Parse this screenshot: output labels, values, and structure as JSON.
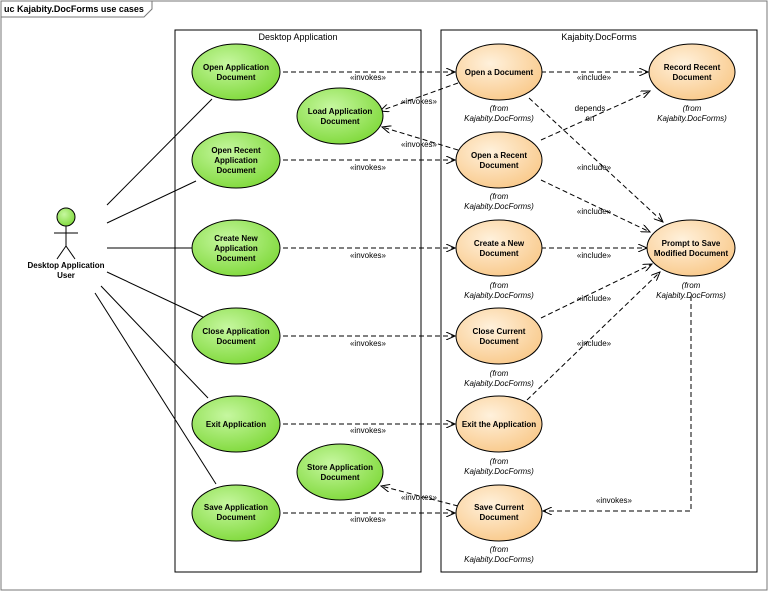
{
  "diagram": {
    "title": "uc Kajabity.DocForms use cases",
    "colors": {
      "green_fill": "#8ee04a",
      "orange_fill": "#fdd9aa",
      "actor_fill": "#8ee04a",
      "stroke": "#000000"
    },
    "actor": {
      "label_line1": "Desktop Application",
      "label_line2": "User"
    },
    "boundaries": {
      "desktop": {
        "title": "Desktop Application"
      },
      "docforms": {
        "title": "Kajabity.DocForms"
      }
    },
    "from_text": {
      "line1": "(from",
      "line2": "Kajabity.DocForms)"
    },
    "usecases": {
      "open_app_doc": {
        "line1": "Open Application",
        "line2": "Document"
      },
      "load_app_doc": {
        "line1": "Load Application",
        "line2": "Document"
      },
      "open_recent_app_doc": {
        "line1": "Open Recent",
        "line2": "Application",
        "line3": "Document"
      },
      "create_new_app_doc": {
        "line1": "Create New",
        "line2": "Application",
        "line3": "Document"
      },
      "close_app_doc": {
        "line1": "Close Application",
        "line2": "Document"
      },
      "exit_app": {
        "line1": "Exit Application"
      },
      "store_app_doc": {
        "line1": "Store Application",
        "line2": "Document"
      },
      "save_app_doc": {
        "line1": "Save Application",
        "line2": "Document"
      },
      "open_a_doc": {
        "line1": "Open a Document"
      },
      "record_recent_doc": {
        "line1": "Record Recent",
        "line2": "Document"
      },
      "open_a_recent_doc": {
        "line1": "Open a Recent",
        "line2": "Document"
      },
      "create_a_new_doc": {
        "line1": "Create a New",
        "line2": "Document"
      },
      "prompt_to_save": {
        "line1": "Prompt to Save",
        "line2": "Modified Document"
      },
      "close_current_doc": {
        "line1": "Close Current",
        "line2": "Document"
      },
      "exit_the_app": {
        "line1": "Exit the Application"
      },
      "save_current_doc": {
        "line1": "Save Current",
        "line2": "Document"
      }
    },
    "relations": {
      "invokes": "«invokes»",
      "include": "«include»",
      "depends_line1": "depends",
      "depends_line2": "on"
    }
  }
}
